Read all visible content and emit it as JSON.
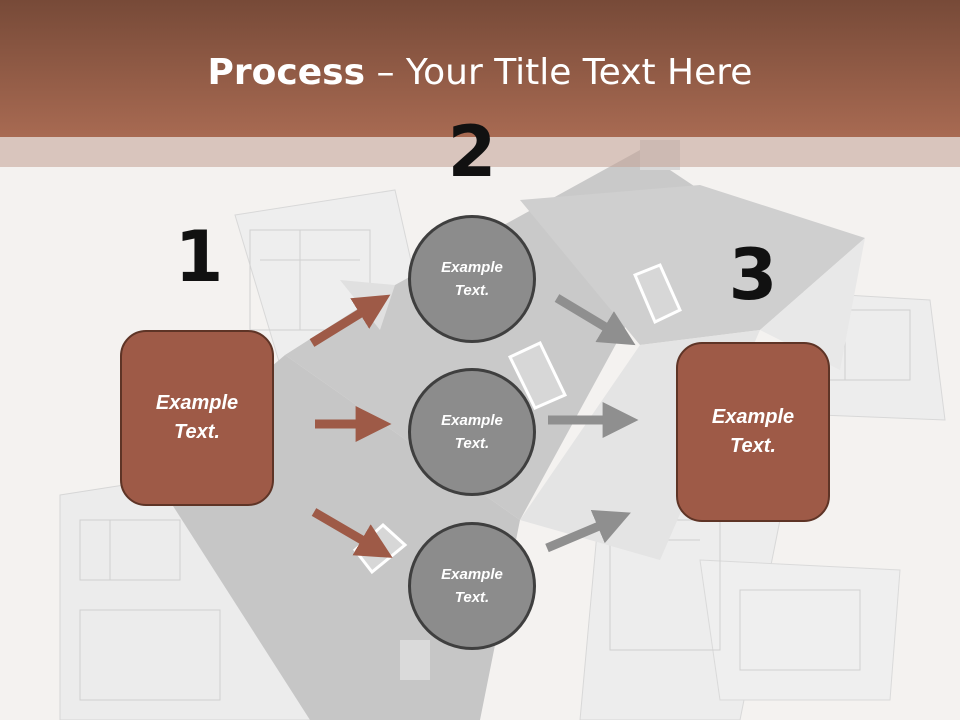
{
  "title": {
    "bold": "Process",
    "rest": " – Your Title Text Here"
  },
  "steps": [
    {
      "number": "1",
      "text_line1": "Example",
      "text_line2": "Text."
    },
    {
      "number": "2",
      "items": [
        {
          "text_line1": "Example",
          "text_line2": "Text."
        },
        {
          "text_line1": "Example",
          "text_line2": "Text."
        },
        {
          "text_line1": "Example",
          "text_line2": "Text."
        }
      ]
    },
    {
      "number": "3",
      "text_line1": "Example",
      "text_line2": "Text."
    }
  ],
  "colors": {
    "header": "#a86a52",
    "box_fill": "#9e5a47",
    "circle_fill": "#8c8c8c",
    "arrow_brown": "#9e5a47",
    "arrow_gray": "#8f8f8f"
  }
}
